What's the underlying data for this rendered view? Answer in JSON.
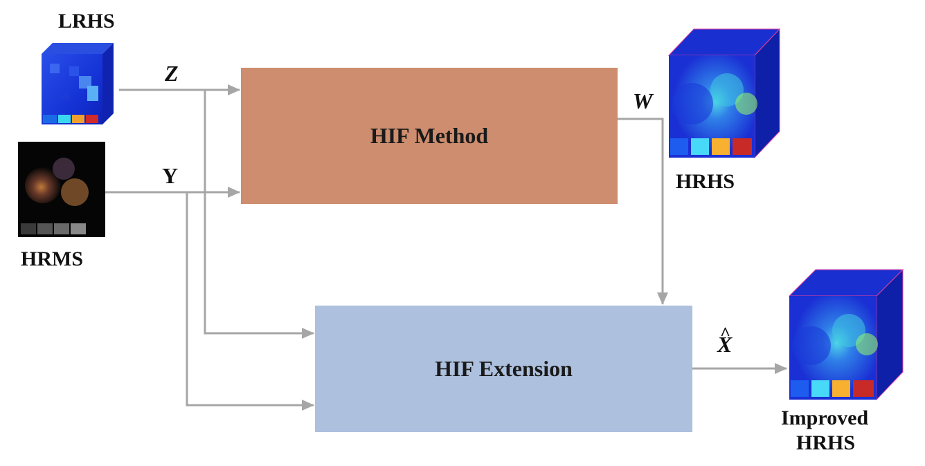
{
  "labels": {
    "lrhs": "LRHS",
    "hrms": "HRMS",
    "hrhs": "HRHS",
    "improved_line1": "Improved",
    "improved_line2": "HRHS"
  },
  "variables": {
    "z": "Z",
    "y": "Y",
    "w": "W",
    "x_hat": "X",
    "hat_mark": "^"
  },
  "boxes": {
    "method": "HIF Method",
    "extension": "HIF Extension"
  },
  "colors": {
    "method_box": "#cd8d6e",
    "extension_box": "#adc0de",
    "arrow": "#a6a6a6",
    "cube_blue": "#1f2fd0"
  }
}
